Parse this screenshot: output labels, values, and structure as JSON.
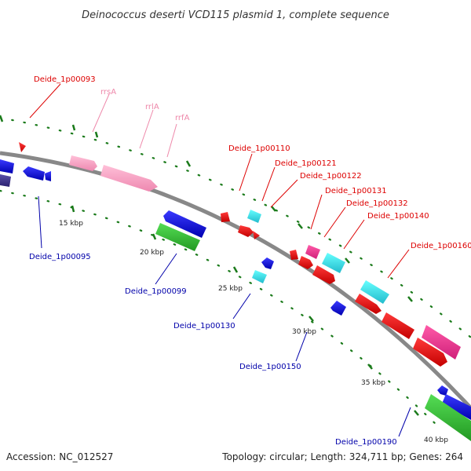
{
  "title": "Deinococcus deserti VCD115 plasmid 1, complete sequence",
  "accession": "Accession: NC_012527",
  "summary": "Topology: circular; Length: 324,711 bp; Genes: 264",
  "colors": {
    "backbone": "#8a8a8a",
    "red_label": "#dd0000",
    "blue_label": "#0000aa",
    "pink_label": "#ee88aa",
    "tick_green": "#1a7a1a"
  },
  "scale_labels": [
    "15 kbp",
    "20 kbp",
    "25 kbp",
    "30 kbp",
    "35 kbp",
    "40 kbp"
  ],
  "outer_labels": [
    {
      "text": "Deide_1p00093",
      "kind": "red"
    },
    {
      "text": "rrsA",
      "kind": "pink"
    },
    {
      "text": "rrlA",
      "kind": "pink"
    },
    {
      "text": "rrfA",
      "kind": "pink"
    },
    {
      "text": "Deide_1p00110",
      "kind": "red"
    },
    {
      "text": "Deide_1p00121",
      "kind": "red"
    },
    {
      "text": "Deide_1p00122",
      "kind": "red"
    },
    {
      "text": "Deide_1p00131",
      "kind": "red"
    },
    {
      "text": "Deide_1p00132",
      "kind": "red"
    },
    {
      "text": "Deide_1p00140",
      "kind": "red"
    },
    {
      "text": "Deide_1p00160",
      "kind": "red"
    }
  ],
  "inner_labels": [
    {
      "text": "Deide_1p00095",
      "kind": "blue"
    },
    {
      "text": "Deide_1p00099",
      "kind": "blue"
    },
    {
      "text": "Deide_1p00130",
      "kind": "blue"
    },
    {
      "text": "Deide_1p00150",
      "kind": "blue"
    },
    {
      "text": "Deide_1p00190",
      "kind": "blue"
    }
  ]
}
